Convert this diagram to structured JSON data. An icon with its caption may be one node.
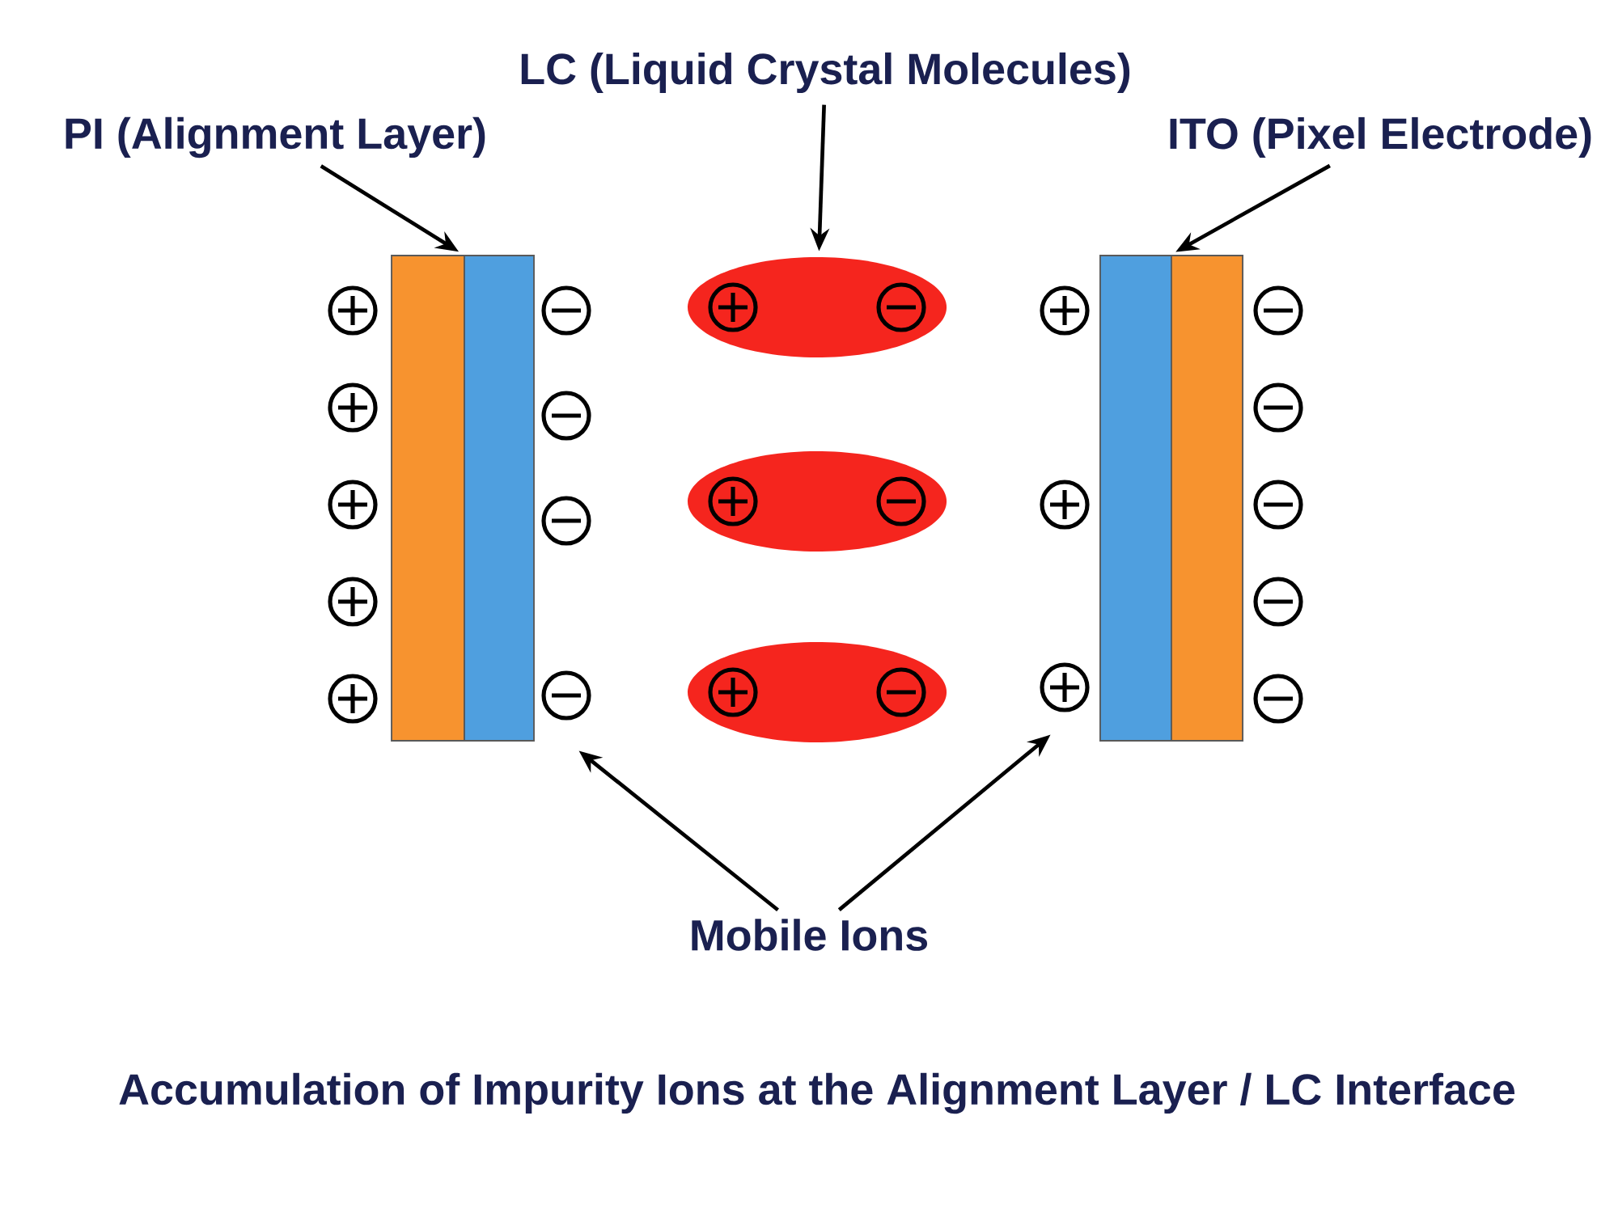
{
  "diagram": {
    "caption": "Accumulation of Impurity Ions at the Alignment Layer / LC Interface",
    "nodes": [
      {
        "text": [
          "PI (Alignment Layer)"
        ]
      },
      {
        "text": [
          "LC (Liquid Crystal Molecules)"
        ]
      },
      {
        "text": [
          "ITO (Pixel Electrode)"
        ]
      },
      {
        "text": [],
        "shape": "bar"
      },
      {
        "text": [],
        "shape": "bar"
      },
      {
        "text": [],
        "shape": "ellipse"
      },
      {
        "text": [],
        "shape": "ellipse"
      },
      {
        "text": [],
        "shape": "ellipse"
      },
      {
        "text": [],
        "shape": "bar"
      },
      {
        "text": [],
        "shape": "bar"
      },
      {
        "text": [
          "Mobile Ions"
        ]
      }
    ],
    "edges": [
      {
        "from": 0,
        "to": 4,
        "arrow": "to"
      },
      {
        "from": 1,
        "to": 5,
        "arrow": "to"
      },
      {
        "from": 2,
        "to": 9,
        "arrow": "to"
      },
      {
        "from": 10,
        "to": null,
        "arrow": "to"
      },
      {
        "from": 10,
        "to": null,
        "arrow": "to"
      }
    ]
  }
}
